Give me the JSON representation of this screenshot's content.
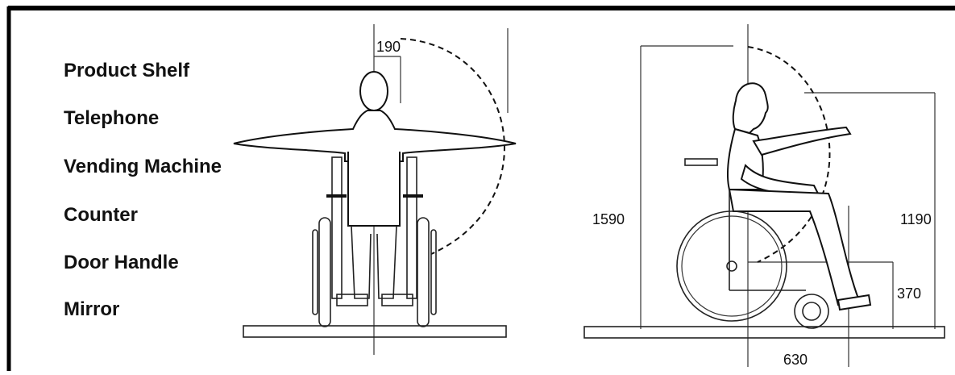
{
  "labels": {
    "product_shelf": "Product Shelf",
    "telephone": "Telephone",
    "vending_machine": "Vending Machine",
    "counter": "Counter",
    "door_handle": "Door Handle",
    "mirror": "Mirror"
  },
  "dimensions": {
    "front_reach_offset": "190",
    "side_eye_height": "1590",
    "side_reach_height": "1190",
    "side_low_height": "370",
    "side_depth": "630"
  }
}
